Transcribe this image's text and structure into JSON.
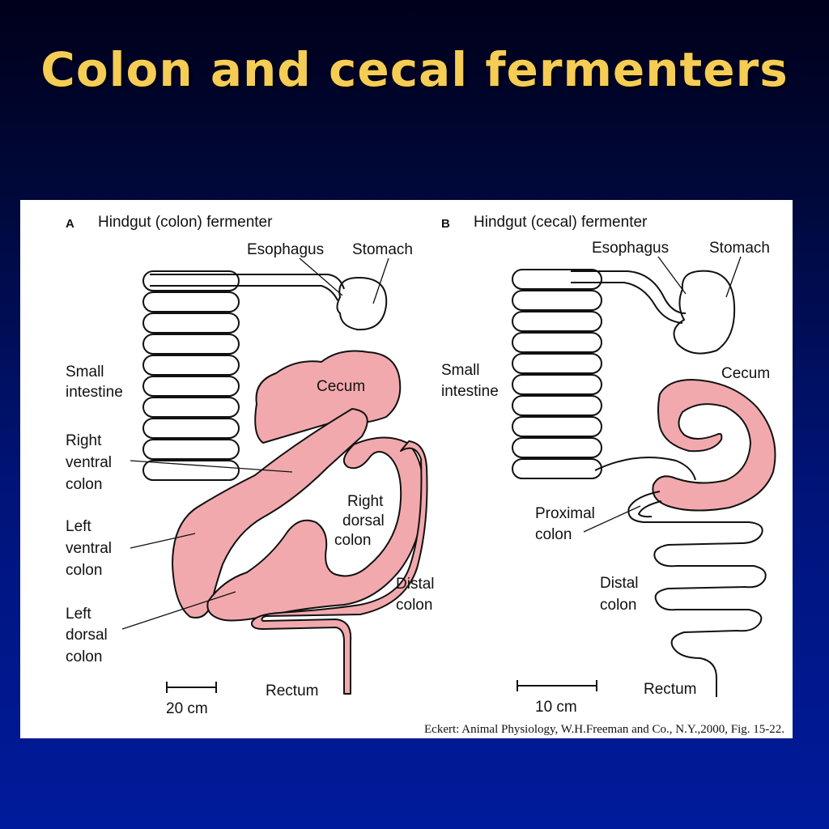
{
  "slide": {
    "title": "Colon and cecal fermenters"
  },
  "panel_a": {
    "letter": "A",
    "heading": "Hindgut (colon) fermenter",
    "labels": {
      "esophagus": "Esophagus",
      "stomach": "Stomach",
      "small_intestine": [
        "Small",
        "intestine"
      ],
      "cecum": "Cecum",
      "right_ventral_colon": [
        "Right",
        "ventral",
        "colon"
      ],
      "left_ventral_colon": [
        "Left",
        "ventral",
        "colon"
      ],
      "left_dorsal_colon": [
        "Left",
        "dorsal",
        "colon"
      ],
      "right_dorsal_colon": [
        "Right",
        "dorsal",
        "colon"
      ],
      "distal_colon": [
        "Distal",
        "colon"
      ],
      "rectum": "Rectum"
    },
    "scale_bar": "20 cm"
  },
  "panel_b": {
    "letter": "B",
    "heading": "Hindgut (cecal) fermenter",
    "labels": {
      "esophagus": "Esophagus",
      "stomach": "Stomach",
      "small_intestine": [
        "Small",
        "intestine"
      ],
      "cecum": "Cecum",
      "proximal_colon": [
        "Proximal",
        "colon"
      ],
      "distal_colon": [
        "Distal",
        "colon"
      ],
      "rectum": "Rectum"
    },
    "scale_bar": "10 cm"
  },
  "citation": "Eckert: Animal Physiology, W.H.Freeman and Co., N.Y.,2000, Fig. 15-22.",
  "colors": {
    "title": "#f5cd55",
    "gut_fill": "#f2a9ad",
    "panel_bg": "#ffffff"
  }
}
